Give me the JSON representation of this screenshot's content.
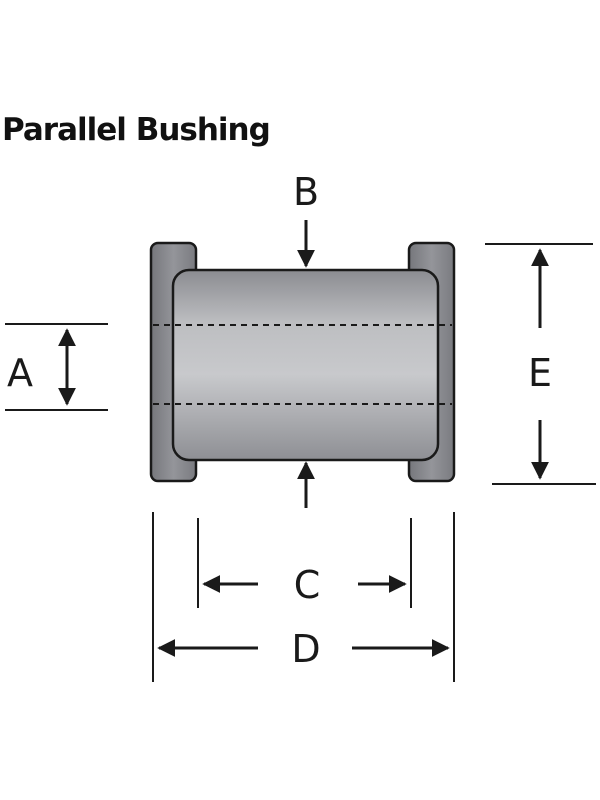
{
  "title": "Parallel Bushing",
  "labels": {
    "a": "A",
    "b": "B",
    "c": "C",
    "d": "D",
    "e": "E"
  },
  "colors": {
    "body_light": "#c4c5c8",
    "body_mid": "#a9aaae",
    "body_dark": "#7c7d82",
    "flange": "#87888d",
    "outline": "#1a1a1a"
  }
}
